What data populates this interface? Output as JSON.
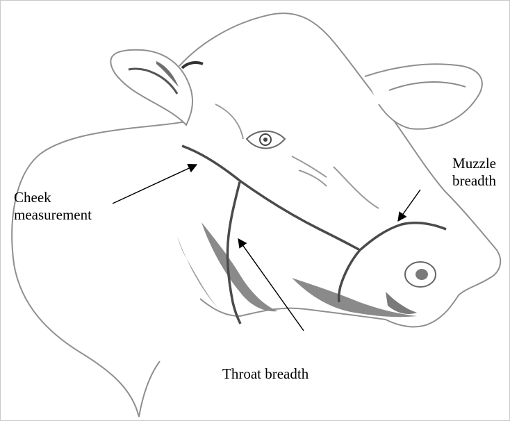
{
  "diagram": {
    "labels": {
      "cheek_line1": "Cheek",
      "cheek_line2": "measurement",
      "muzzle_line1": "Muzzle",
      "muzzle_line2": "breadth",
      "throat": "Throat breadth"
    },
    "colors": {
      "outline": "#909090",
      "shading": "#8a8a8a",
      "measure_line": "#4a4a4a",
      "arrow": "#000000",
      "frame_border": "#c8c8c8"
    }
  }
}
